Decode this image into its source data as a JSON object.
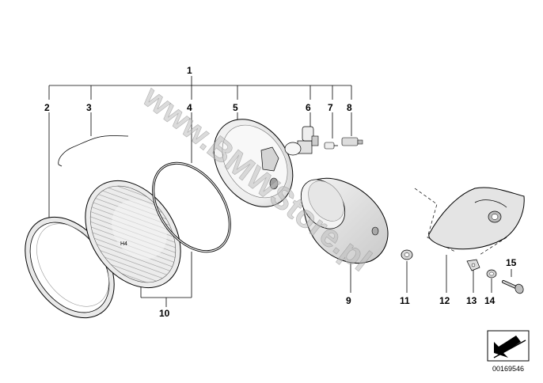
{
  "callouts": [
    {
      "id": "1",
      "label": "1"
    },
    {
      "id": "2",
      "label": "2"
    },
    {
      "id": "3",
      "label": "3"
    },
    {
      "id": "4",
      "label": "4"
    },
    {
      "id": "5",
      "label": "5"
    },
    {
      "id": "6",
      "label": "6"
    },
    {
      "id": "7",
      "label": "7"
    },
    {
      "id": "8",
      "label": "8"
    },
    {
      "id": "9",
      "label": "9"
    },
    {
      "id": "10",
      "label": "10"
    },
    {
      "id": "11",
      "label": "11"
    },
    {
      "id": "12",
      "label": "12"
    },
    {
      "id": "13",
      "label": "13"
    },
    {
      "id": "14",
      "label": "14"
    },
    {
      "id": "15",
      "label": "15"
    }
  ],
  "lens_marking": "H4",
  "watermark": "www.BMWStore.pl",
  "diagram_code": "00169546",
  "colors": {
    "line": "#000000",
    "part_fill": "#f2f2f2",
    "part_shade": "#c8c8c8",
    "watermark": "#bdbdbd"
  },
  "icons": {
    "corner": "arrow-direction-icon"
  }
}
